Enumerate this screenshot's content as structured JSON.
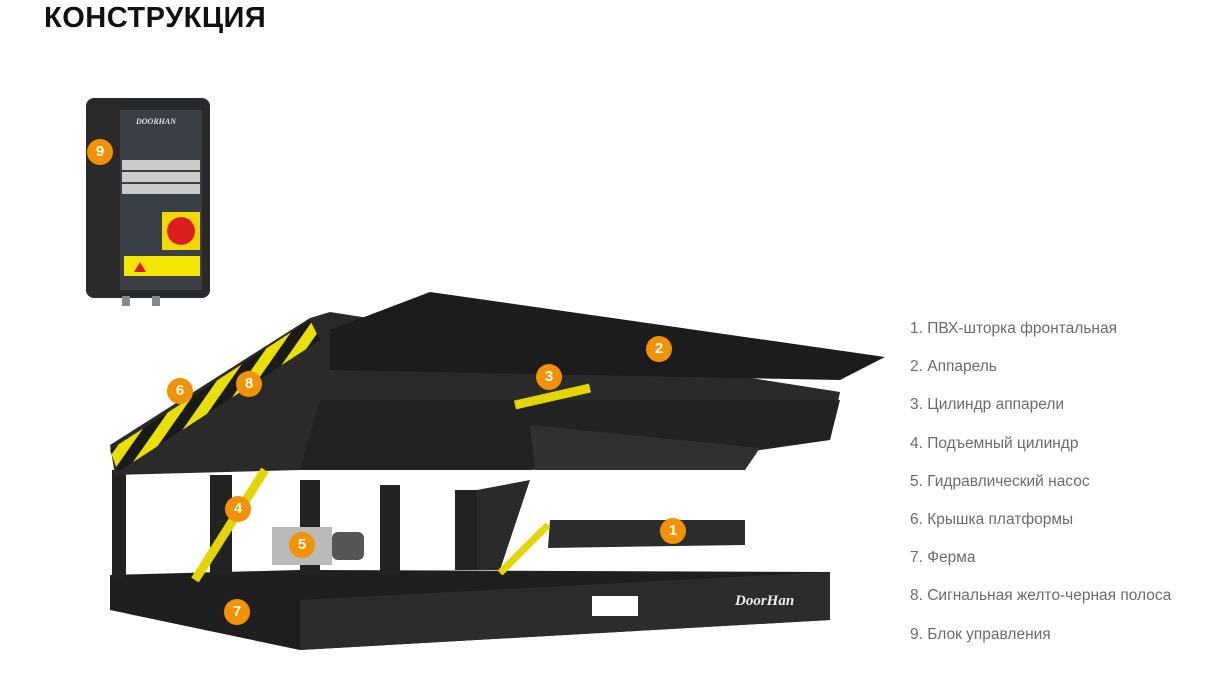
{
  "title": "КОНСТРУКЦИЯ",
  "brand": "DoorHan",
  "colors": {
    "badge": "#f39200",
    "metal": "#262626",
    "stripe": "#e8e000"
  },
  "legend": [
    "1. ПВХ-шторка фронтальная",
    "2. Аппарель",
    "3. Цилиндр аппарели",
    "4. Подъемный цилиндр",
    "5. Гидравлический насос",
    "6. Крышка платформы",
    "7. Ферма",
    "8. Сигнальная желто-черная полоса",
    "9. Блок управления"
  ],
  "markers": {
    "m1": "1",
    "m2": "2",
    "m3": "3",
    "m4": "4",
    "m5": "5",
    "m6": "6",
    "m7": "7",
    "m8": "8",
    "m9": "9"
  }
}
